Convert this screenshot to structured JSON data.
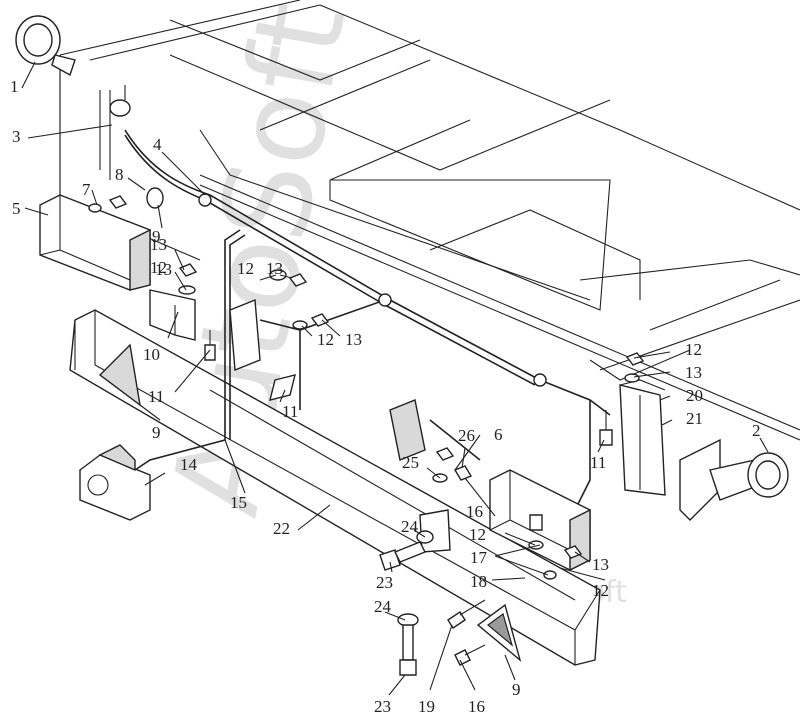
{
  "watermark": {
    "main": "AutoSoft",
    "small": "AutoSoft"
  },
  "callouts": [
    "1",
    "2",
    "3",
    "4",
    "5",
    "6",
    "7",
    "8",
    "9",
    "9",
    "9",
    "10",
    "11",
    "11",
    "11",
    "12",
    "12",
    "12",
    "12",
    "12",
    "12",
    "13",
    "13",
    "13",
    "13",
    "13",
    "13",
    "14",
    "15",
    "16",
    "16",
    "17",
    "18",
    "19",
    "20",
    "21",
    "22",
    "23",
    "23",
    "24",
    "24",
    "25",
    "26"
  ]
}
